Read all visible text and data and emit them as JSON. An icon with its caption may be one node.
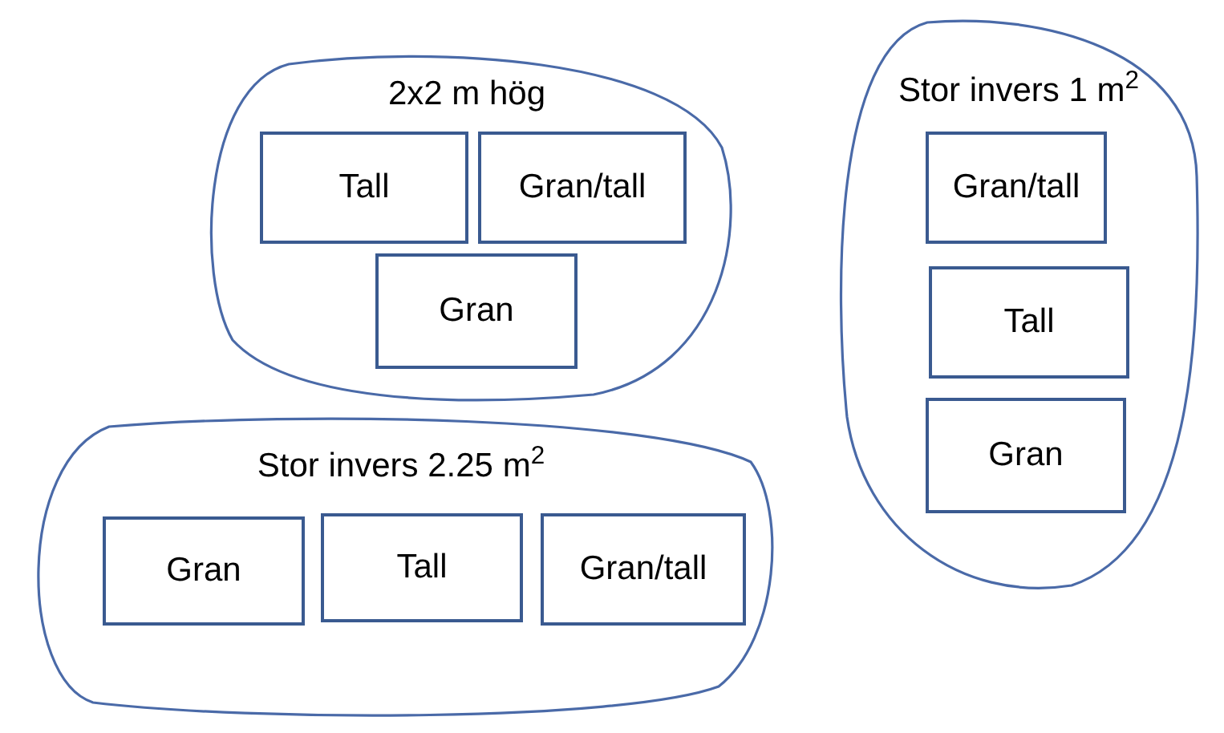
{
  "diagram": {
    "nodes": [
      {
        "text": [
          "2x2 m hög"
        ]
      },
      {
        "text": [
          "Tall"
        ],
        "in": 0
      },
      {
        "text": [
          "Gran/tall"
        ],
        "in": 0
      },
      {
        "text": [
          "Gran"
        ],
        "in": 0
      },
      {
        "text": [
          "Stor invers 1 m$^{2}$"
        ]
      },
      {
        "text": [
          "Gran/tall"
        ],
        "in": 4
      },
      {
        "text": [
          "Tall"
        ],
        "in": 4
      },
      {
        "text": [
          "Gran"
        ],
        "in": 4
      },
      {
        "text": [
          "Stor invers 2.25 m$^{2}$"
        ]
      },
      {
        "text": [
          "Gran"
        ],
        "in": 8
      },
      {
        "text": [
          "Tall"
        ],
        "in": 8
      },
      {
        "text": [
          "Gran/tall"
        ],
        "in": 8
      }
    ]
  }
}
